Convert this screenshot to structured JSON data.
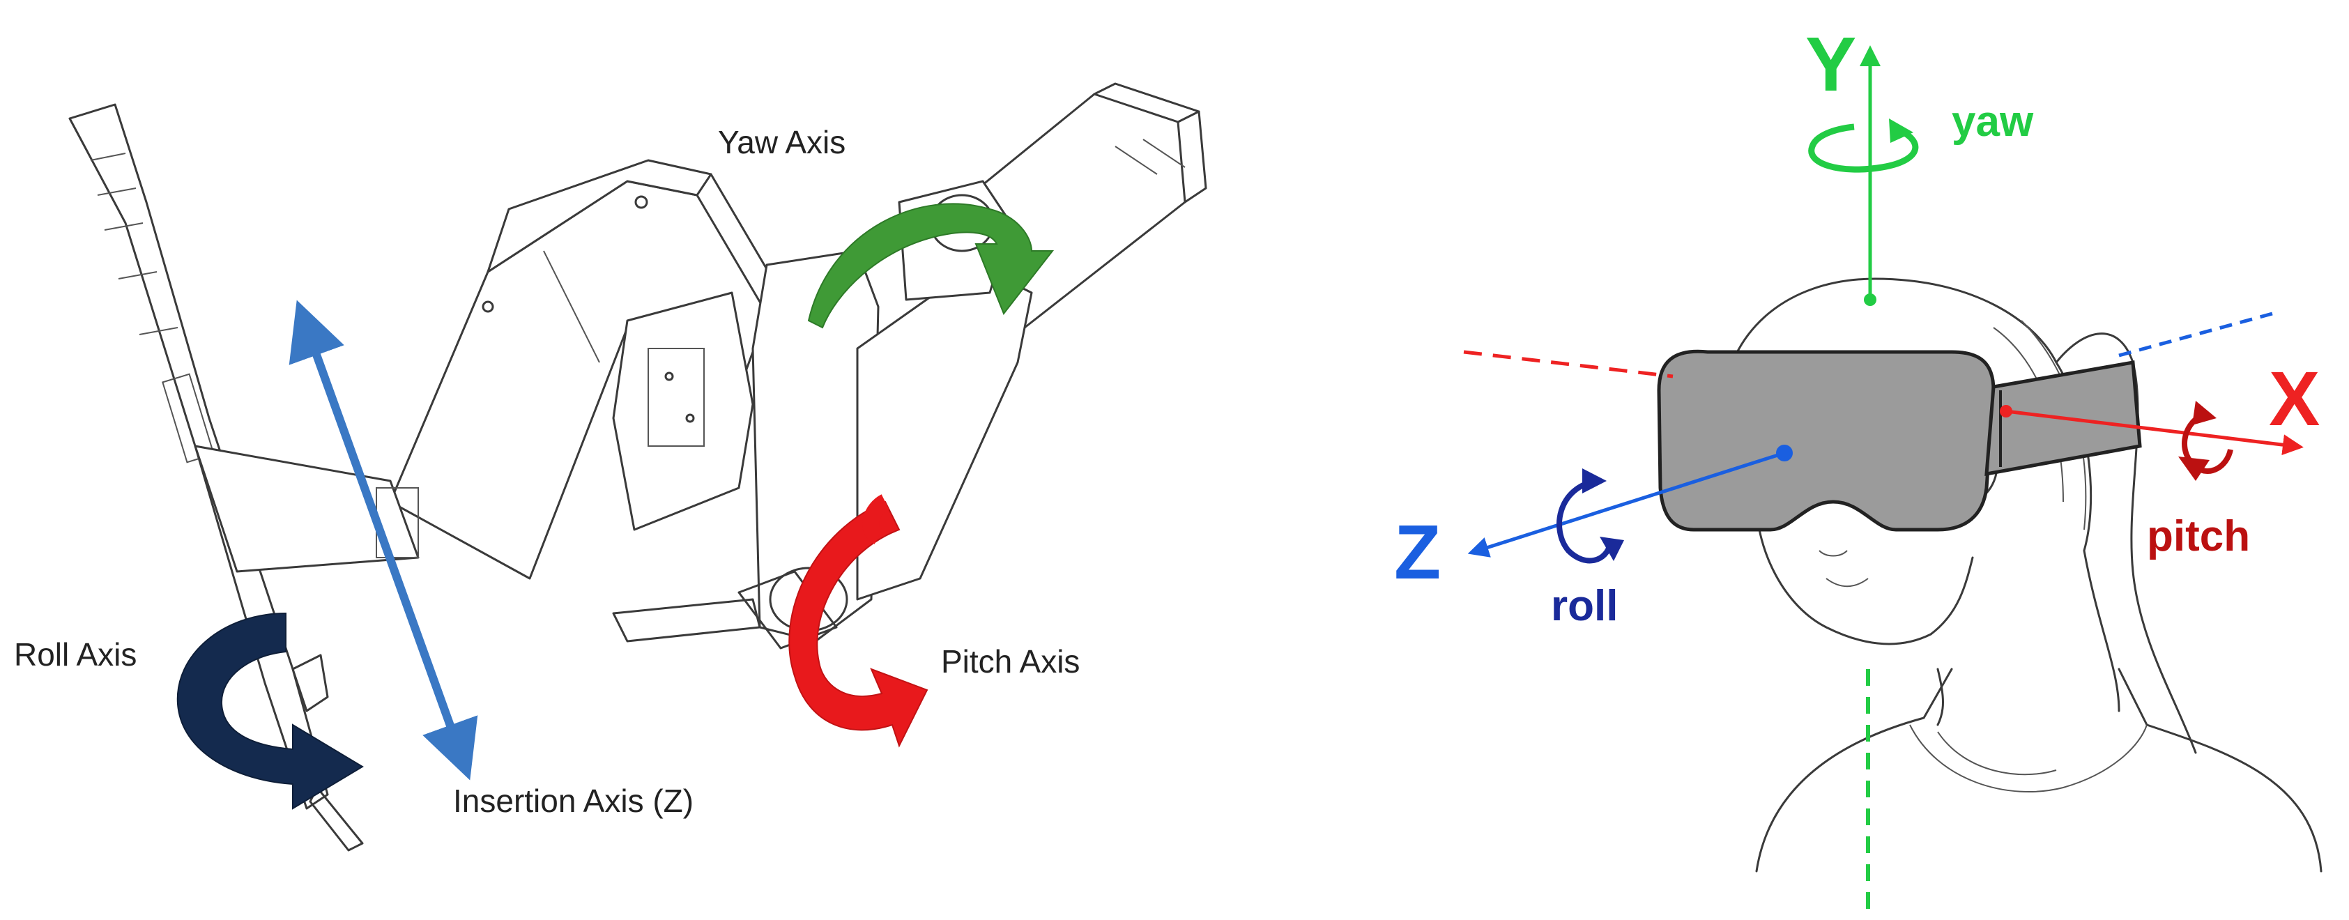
{
  "left_figure": {
    "labels": {
      "yaw": "Yaw Axis",
      "roll": "Roll Axis",
      "pitch": "Pitch Axis",
      "insertion": "Insertion Axis (Z)"
    },
    "colors": {
      "yaw_arrow": "#3f9a36",
      "pitch_arrow": "#e8191c",
      "roll_arrow": "#142a4e",
      "insertion_arrow": "#3a78c4"
    }
  },
  "right_figure": {
    "axes": {
      "y": "Y",
      "x": "X",
      "z": "Z"
    },
    "rotations": {
      "yaw": "yaw",
      "pitch": "pitch",
      "roll": "roll"
    },
    "colors": {
      "y_axis": "#22cc44",
      "x_axis": "#ee2222",
      "z_axis": "#1a5fe0",
      "roll": "#1a2a9a",
      "pitch": "#bb1111",
      "headset": "#9b9b9b"
    }
  }
}
